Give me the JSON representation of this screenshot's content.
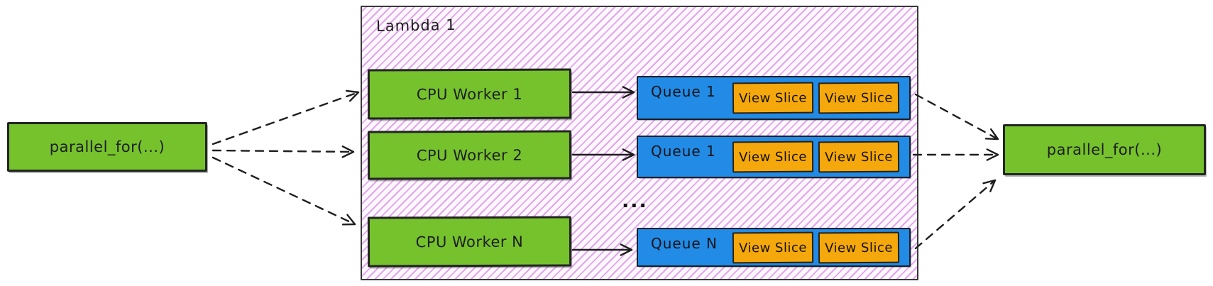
{
  "colors": {
    "green": "#76c22d",
    "blue": "#228be6",
    "orange": "#f5a80c",
    "stripe": "#e2a6ec",
    "stroke": "#1e1e1e"
  },
  "left_node": {
    "label": "parallel_for(...)"
  },
  "right_node": {
    "label": "parallel_for(...)"
  },
  "lambda": {
    "label": "Lambda 1",
    "ellipsis": "...",
    "rows": [
      {
        "worker": "CPU Worker 1",
        "queue": "Queue 1",
        "slices": [
          "View Slice",
          "View Slice"
        ]
      },
      {
        "worker": "CPU Worker 2",
        "queue": "Queue 1",
        "slices": [
          "View Slice",
          "View Slice"
        ]
      },
      {
        "worker": "CPU Worker N",
        "queue": "Queue N",
        "slices": [
          "View Slice",
          "View Slice"
        ]
      }
    ]
  }
}
